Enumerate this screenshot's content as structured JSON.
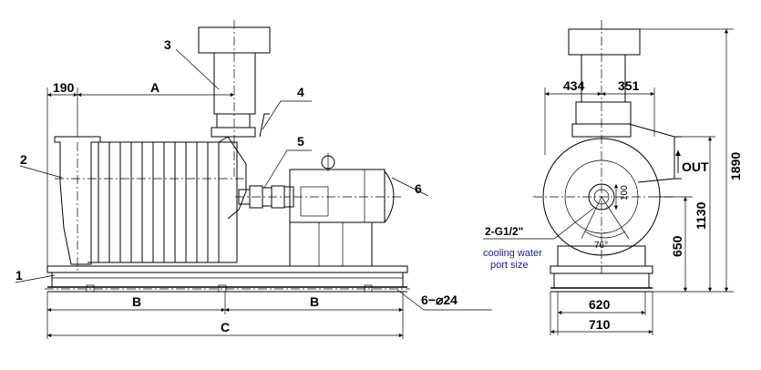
{
  "diagram": {
    "part_labels": [
      "1",
      "2",
      "3",
      "4",
      "5",
      "6"
    ],
    "side_view": {
      "dim_190": "190",
      "dim_A": "A",
      "dim_B_left": "B",
      "dim_B_right": "B",
      "dim_C": "C",
      "holes": "6−⌀24"
    },
    "end_view": {
      "dim_434": "434",
      "dim_351": "351",
      "dim_1890": "1890",
      "dim_1130": "1130",
      "dim_650": "650",
      "dim_620": "620",
      "dim_710": "710",
      "dim_100": "100",
      "angle": "76°",
      "outlet": "OUT",
      "port_spec": "2-G1/2\"",
      "note_line1": "cooling water",
      "note_line2": "port size"
    }
  }
}
